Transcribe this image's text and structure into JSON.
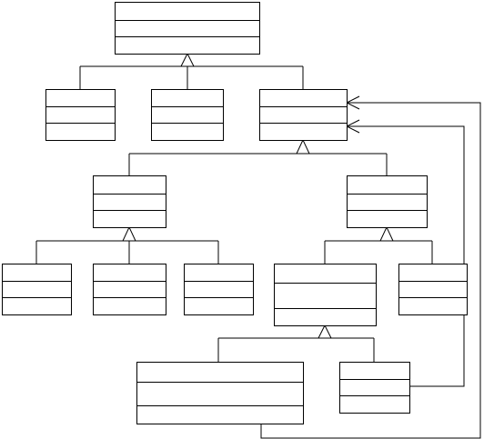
{
  "diagram": {
    "type": "uml-class-hierarchy",
    "colors": {
      "stroke": "#000000",
      "fill": "#ffffff",
      "background": "#ffffff"
    },
    "classes": [
      {
        "id": "c-root",
        "compartments": 3
      },
      {
        "id": "c-a",
        "compartments": 3
      },
      {
        "id": "c-b",
        "compartments": 3
      },
      {
        "id": "c-c",
        "compartments": 3
      },
      {
        "id": "c-d",
        "compartments": 3
      },
      {
        "id": "c-e",
        "compartments": 3
      },
      {
        "id": "c-f",
        "compartments": 3
      },
      {
        "id": "c-g",
        "compartments": 3
      },
      {
        "id": "c-h",
        "compartments": 3
      },
      {
        "id": "c-i",
        "compartments": 3
      },
      {
        "id": "c-j",
        "compartments": 3
      },
      {
        "id": "c-k",
        "compartments": 3
      },
      {
        "id": "c-l",
        "compartments": 3
      }
    ],
    "generalizations": [
      {
        "parent": "c-root",
        "children": [
          "c-a",
          "c-b",
          "c-c"
        ]
      },
      {
        "parent": "c-c",
        "children": [
          "c-d",
          "c-e"
        ]
      },
      {
        "parent": "c-d",
        "children": [
          "c-f",
          "c-g",
          "c-h"
        ]
      },
      {
        "parent": "c-e",
        "children": [
          "c-i",
          "c-j"
        ]
      },
      {
        "parent": "c-i",
        "children": [
          "c-k",
          "c-l"
        ]
      }
    ],
    "associations": [
      {
        "from": "c-l",
        "to": "c-c",
        "arrow": "open"
      },
      {
        "from": "c-k",
        "to": "c-c",
        "arrow": "open"
      }
    ]
  }
}
